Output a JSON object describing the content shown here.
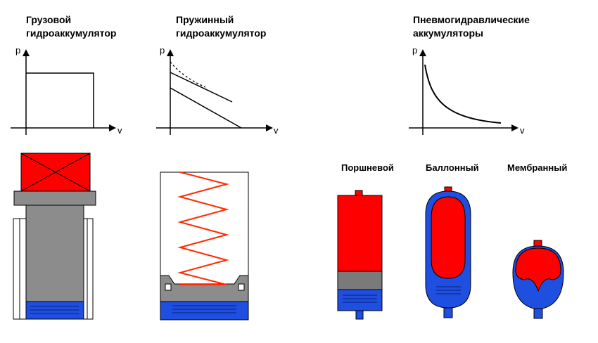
{
  "colors": {
    "red": "#ff0000",
    "gray": "#8c8c8c",
    "dark_gray": "#7a7a7a",
    "blue": "#1f4fe0",
    "outline": "#000000",
    "spring": "#ff2a00"
  },
  "panels": [
    {
      "id": "weight",
      "title_line1": "Грузовой",
      "title_line2": "гидроаккумулятор",
      "axis_p": "p",
      "axis_v": "v"
    },
    {
      "id": "spring",
      "title_line1": "Пружинный",
      "title_line2": "гидроаккумулятор",
      "axis_p": "p",
      "axis_v": "v"
    },
    {
      "id": "pneumo",
      "title_line1": "Пневмогидравлические",
      "title_line2": "аккумуляторы",
      "axis_p": "p",
      "axis_v": "v"
    }
  ],
  "pneumo_types": {
    "piston": "Поршневой",
    "bladder": "Баллонный",
    "membrane": "Мембранный"
  }
}
